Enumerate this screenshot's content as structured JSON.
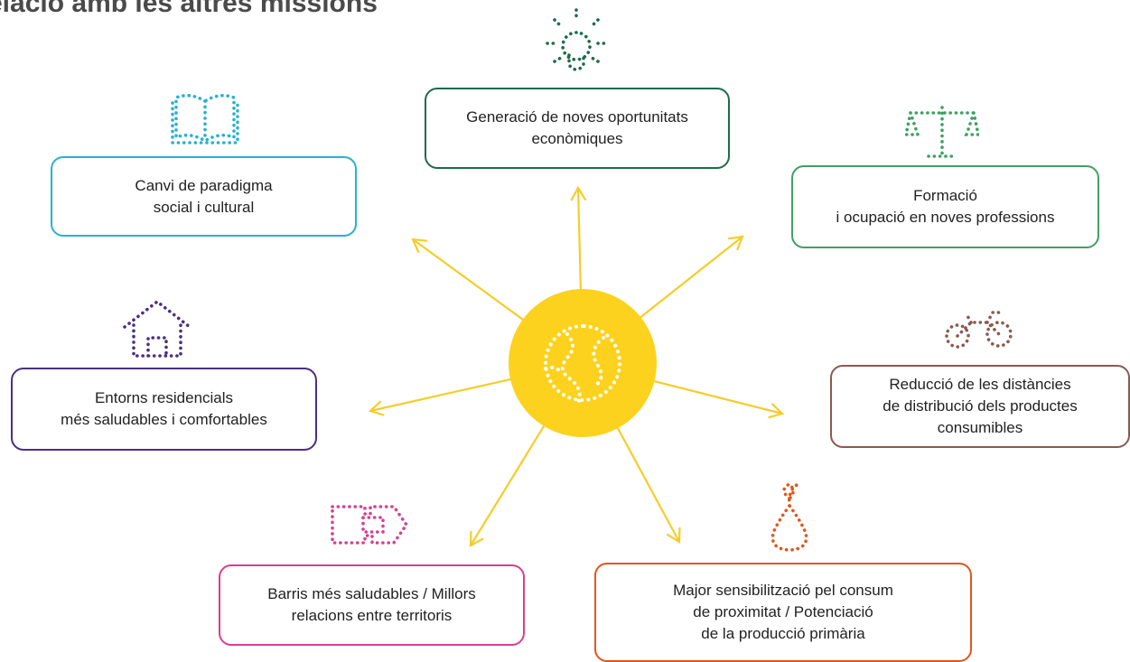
{
  "title": "elació amb les altres missions",
  "colors": {
    "center": "#fcd21e",
    "arrow": "#f5cd2a",
    "center_dots": "#ffffff"
  },
  "center": {
    "icon": "earth-dots-icon"
  },
  "missions": [
    {
      "id": "oportunitats",
      "label": "Generació de noves oportunitats\neconòmiques",
      "color": "#1d6b4b",
      "icon": "lightbulb-icon"
    },
    {
      "id": "formacio",
      "label": "Formació\ni ocupació en noves professions",
      "color": "#3fa063",
      "icon": "scales-icon"
    },
    {
      "id": "distancies",
      "label": "Reducció de les distàncies\nde distribució dels productes\nconsumibles",
      "color": "#8a5a4f",
      "icon": "bicycle-icon"
    },
    {
      "id": "proximitat",
      "label": "Major sensibilització pel consum\nde proximitat / Potenciació\nde la producció primària",
      "color": "#e0561e",
      "icon": "pear-icon"
    },
    {
      "id": "barris",
      "label": "Barris més saludables / Millors\nrelacions entre territoris",
      "color": "#d6408f",
      "icon": "puzzle-map-icon"
    },
    {
      "id": "residencials",
      "label": "Entorns residencials\nmés saludables i comfortables",
      "color": "#4a2f86",
      "icon": "house-icon"
    },
    {
      "id": "paradigma",
      "label": "Canvi de paradigma\nsocial i cultural",
      "color": "#2ab0d0",
      "icon": "open-book-icon"
    }
  ]
}
